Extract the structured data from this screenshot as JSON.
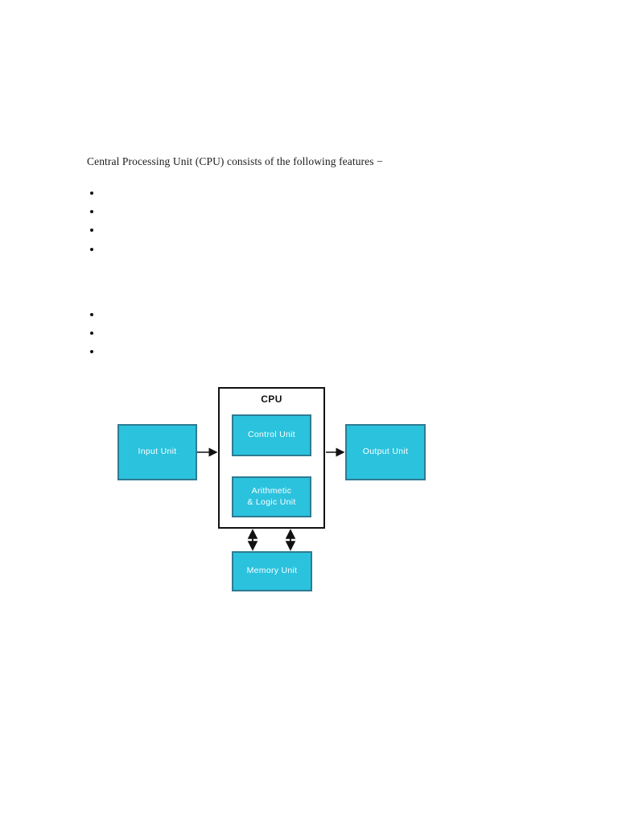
{
  "document": {
    "intro_text": "Central Processing Unit (CPU) consists of the following features −",
    "bullet_groups": [
      {
        "name": "features-group-1",
        "items": [
          "",
          "",
          "",
          ""
        ]
      },
      {
        "name": "features-group-2",
        "items": [
          "",
          "",
          ""
        ]
      }
    ]
  },
  "diagram": {
    "name": "cpu-block-diagram",
    "cpu_label": "CPU",
    "blocks": {
      "input_unit": "Input Unit",
      "output_unit": "Output Unit",
      "control_unit": "Control Unit",
      "alu_line1": "Arithmetic",
      "alu_line2": "& Logic Unit",
      "memory_unit": "Memory Unit"
    },
    "colors": {
      "block_fill": "#2bc2de",
      "block_border": "#2e7b92",
      "block_text": "#ffffff",
      "cpu_border": "#111111",
      "arrow": "#111111",
      "page_background": "#ffffff",
      "body_text": "#1c1c1c"
    },
    "connections": [
      {
        "from": "Input Unit",
        "to": "CPU",
        "type": "single-arrow",
        "direction": "right"
      },
      {
        "from": "CPU",
        "to": "Output Unit",
        "type": "single-arrow",
        "direction": "right"
      },
      {
        "from": "Control Unit",
        "to": "Arithmetic & Logic Unit",
        "type": "double-arrow",
        "direction": "vertical",
        "count": 2
      },
      {
        "from": "CPU",
        "to": "Memory Unit",
        "type": "double-arrow",
        "direction": "vertical",
        "count": 2
      }
    ]
  }
}
